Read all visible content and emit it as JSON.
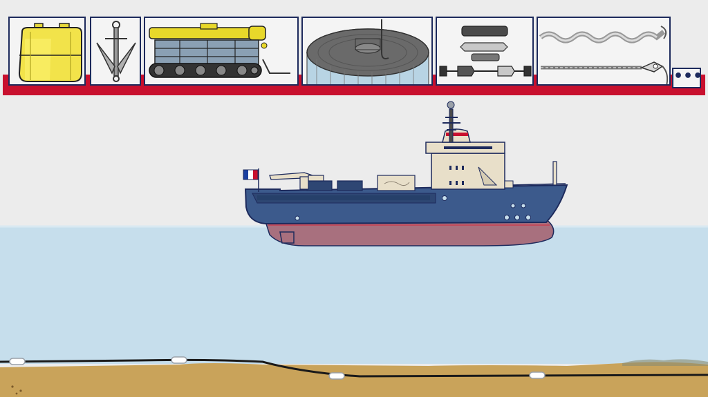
{
  "toolbar": {
    "tools": [
      {
        "id": "buoy",
        "icon": "yellow-buoy-icon"
      },
      {
        "id": "anchor",
        "icon": "anchor-icon"
      },
      {
        "id": "trencher",
        "icon": "subsea-trencher-vehicle-icon"
      },
      {
        "id": "cable-tank",
        "icon": "cable-tank-icon"
      },
      {
        "id": "cable-components",
        "icon": "cable-joint-components-icon"
      },
      {
        "id": "armoring",
        "icon": "cable-armour-wire-icon"
      }
    ],
    "more_label": "•••"
  },
  "scene": {
    "ship_flag": "flag-france-icon",
    "colors": {
      "sky": "#ececec",
      "water": "#c6deec",
      "hull": "#3c5a8c",
      "antifouling": "#a8707e",
      "seabed": "#c9a35a",
      "accent_red": "#c8102e",
      "outline": "#1d2a5c"
    }
  }
}
